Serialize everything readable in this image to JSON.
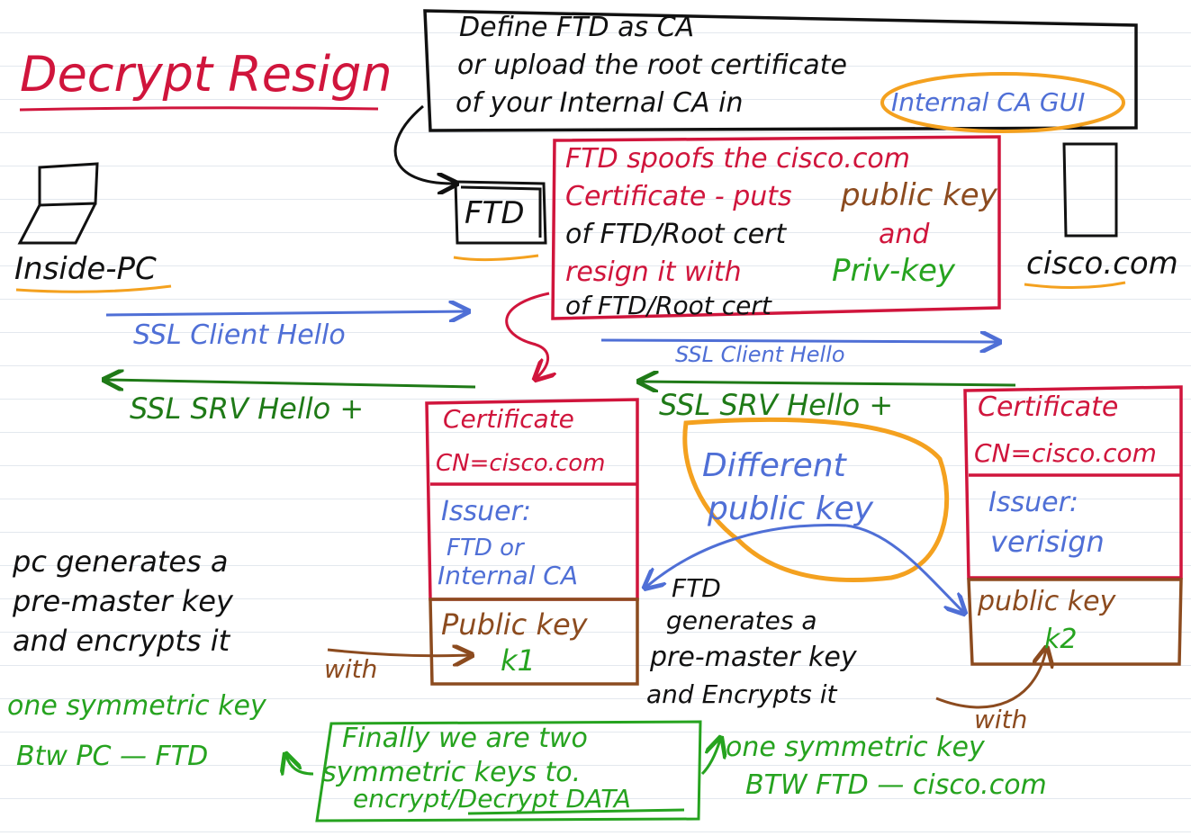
{
  "title": "Decrypt Resign",
  "colors": {
    "red": "#d0153c",
    "black": "#111111",
    "blue": "#4f6fd6",
    "green": "#26a31f",
    "dark_green": "#1f7a17",
    "brown": "#8c4b1f",
    "orange": "#f4a11f"
  },
  "top_note": {
    "line1": "Define FTD as CA",
    "line2": "or upload the root certificate",
    "line3": "of your Internal CA in",
    "highlight": "Internal CA GUI"
  },
  "devices": {
    "inside_pc": "Inside-PC",
    "ftd": "FTD",
    "cisco": "cisco.com"
  },
  "ftd_note": {
    "line1": "FTD spoofs the cisco.com",
    "line2a": "Certificate - puts",
    "line2b": "public key",
    "line3a": "of FTD/Root cert",
    "line3b": "and",
    "line4a": "resign it with",
    "line4b": "Priv-key",
    "line5": "of FTD/Root cert"
  },
  "flows": {
    "client_hello_1": "SSL Client Hello",
    "client_hello_2": "SSL Client Hello",
    "server_hello_1": "SSL SRV Hello +",
    "server_hello_2": "SSL SRV Hello +"
  },
  "cert_ftd": {
    "title": "Certificate",
    "cn": "CN=cisco.com",
    "issuer_label": "Issuer:",
    "issuer_line1": "FTD or",
    "issuer_line2": "Internal CA",
    "pubkey_label": "Public key",
    "key": "k1"
  },
  "cert_cisco": {
    "title": "Certificate",
    "cn": "CN=cisco.com",
    "issuer_label": "Issuer:",
    "issuer_value": "verisign",
    "pubkey_label": "public key",
    "key": "k2"
  },
  "different_key": {
    "line1": "Different",
    "line2": "public key"
  },
  "pc_note": {
    "line1": "pc generates a",
    "line2": "pre-master key",
    "line3": "and encrypts it",
    "with": "with"
  },
  "ftd_gen_note": {
    "line1": "FTD",
    "line2": "generates a",
    "line3": "pre-master key",
    "line4": "and Encrypts it",
    "with": "with"
  },
  "sym_left": {
    "line1": "one symmetric key",
    "line2": "Btw PC — FTD"
  },
  "sym_right": {
    "line1": "one symmetric key",
    "line2": "BTW FTD — cisco.com"
  },
  "final_note": {
    "line1": "Finally we are two",
    "line2": "symmetric keys to.",
    "line3": "encrypt/Decrypt DATA"
  }
}
